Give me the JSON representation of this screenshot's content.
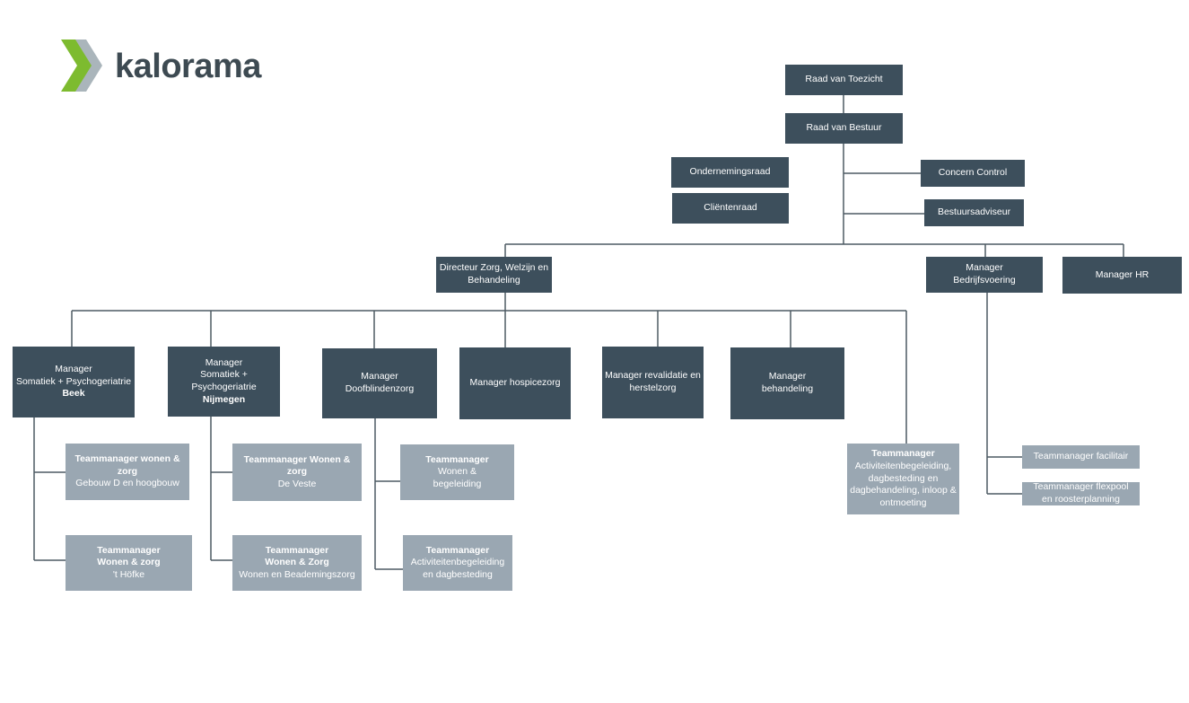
{
  "logo": {
    "text": "kalorama"
  },
  "colors": {
    "dark_box": "#3d4f5c",
    "light_box": "#9aa7b2",
    "logo_green": "#7dbb2f",
    "logo_grey": "#aab5bb"
  },
  "org": {
    "raad_toezicht": "Raad van Toezicht",
    "raad_bestuur": "Raad van Bestuur",
    "ondernemingsraad": "Ondernemingsraad",
    "clientenraad": "Cliëntenraad",
    "concern_control": "Concern Control",
    "bestuursadviseur": "Bestuursadviseur",
    "directeur": {
      "l1": "Directeur Zorg, Welzijn en",
      "l2": "Behandeling"
    },
    "mgr_bedrijf": {
      "l1": "Manager",
      "l2": "Bedrijfsvoering"
    },
    "mgr_hr": "Manager HR",
    "mgr_beek": {
      "l1": "Manager",
      "l2": "Somatiek + Psychogeriatrie",
      "l3": "Beek"
    },
    "mgr_nijmegen": {
      "l1": "Manager",
      "l2": "Somatiek + Psychogeriatrie",
      "l3": "Nijmegen"
    },
    "mgr_doof": {
      "l1": "Manager",
      "l2": "Doofblindenzorg"
    },
    "mgr_hospice": "Manager hospicezorg",
    "mgr_reva": {
      "l1": "Manager revalidatie en",
      "l2": "herstelzorg"
    },
    "mgr_behandeling": {
      "l1": "Manager",
      "l2": "behandeling"
    },
    "tm_beek1": {
      "l1": "Teammanager wonen & zorg",
      "l2": "Gebouw D en hoogbouw"
    },
    "tm_beek2": {
      "l1": "Teammanager",
      "l2": "Wonen & zorg",
      "l3": "'t Höfke"
    },
    "tm_nij1": {
      "l1": "Teammanager Wonen &",
      "l2": "zorg",
      "l3": "De Veste"
    },
    "tm_nij2": {
      "l1": "Teammanager",
      "l2": "Wonen & Zorg",
      "l3": "Wonen en Beademingszorg"
    },
    "tm_doof1": {
      "l1": "Teammanager",
      "l2": "Wonen &",
      "l3": "begeleiding"
    },
    "tm_doof2": {
      "l1": "Teammanager",
      "l2": "Activiteitenbegeleiding",
      "l3": "en dagbesteding"
    },
    "tm_activ": {
      "l1": "Teammanager",
      "l2": "Activiteitenbegeleiding,",
      "l3": "dagbesteding en",
      "l4": "dagbehandeling, inloop &",
      "l5": "ontmoeting"
    },
    "tm_facilitair": "Teammanager facilitair",
    "tm_flexpool": {
      "l1": "Teammanager flexpool",
      "l2": "en roosterplanning"
    }
  }
}
